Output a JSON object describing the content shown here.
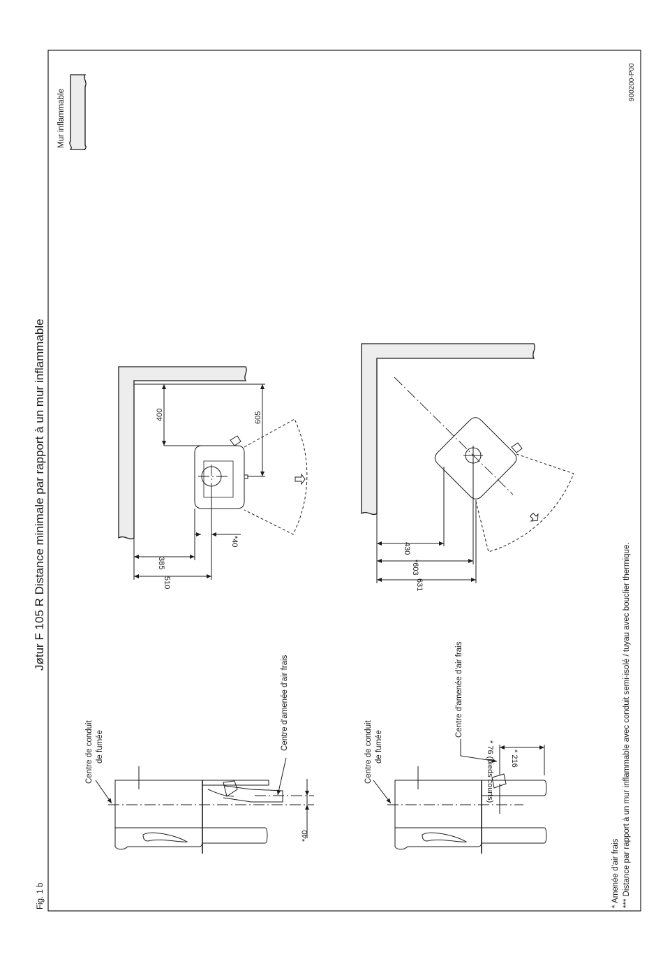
{
  "title": "Jøtur F 105 R Distance minimale par rapport à un mur inflammable",
  "figure_label": "Fig. 1 b",
  "document_ref": "900200-P00",
  "legend": {
    "label": "Mur inflammable"
  },
  "side_views": {
    "top": {
      "flue_center_label_line1": "Centre de conduit",
      "flue_center_label_line2": "de fumée",
      "air_center_label": "Centre d'amenée d'air frais",
      "offset_dim": "*40"
    },
    "bottom": {
      "flue_center_label_line1": "Centre de conduit",
      "flue_center_label_line2": "de fumée",
      "air_center_label": "Centre d'amenée d'air frais",
      "dim_216": "* 216",
      "dim_76": "* 76 (pieds courts)"
    }
  },
  "plan_views": {
    "parallel": {
      "dim_wall_to_stove": "400",
      "dim_wall_to_back": "605",
      "dim_side_385": "385",
      "dim_side_510": "510",
      "dim_offset_40": "*40"
    },
    "corner": {
      "dim_430": "430",
      "dim_603": "*603",
      "dim_631": "631"
    }
  },
  "footnotes": {
    "note1": "* Amenée d'air frais",
    "note2": "*** Distance par rapport à un mur inflammable avec conduit semi-isolé / tuyau avec bouclier thermique."
  }
}
